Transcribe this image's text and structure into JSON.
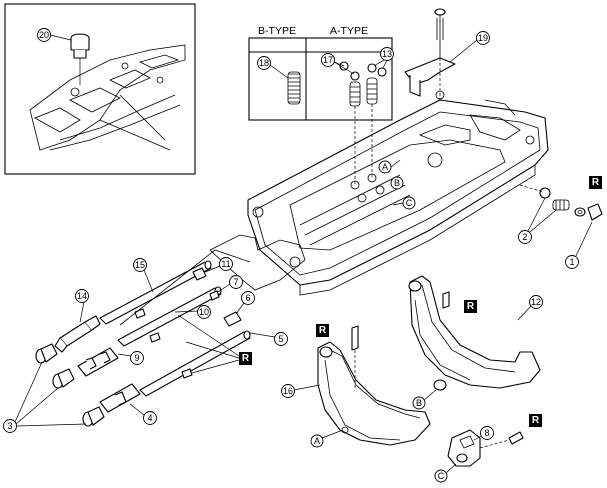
{
  "legend": {
    "b_type": "B-TYPE",
    "a_type": "A-TYPE"
  },
  "part_numbers": [
    "1",
    "2",
    "3",
    "4",
    "5",
    "6",
    "7",
    "8",
    "9",
    "10",
    "11",
    "12",
    "13",
    "14",
    "15",
    "16",
    "17",
    "18",
    "19",
    "20"
  ],
  "reference_letters": [
    "A",
    "B",
    "C"
  ],
  "replace_mark": "R"
}
